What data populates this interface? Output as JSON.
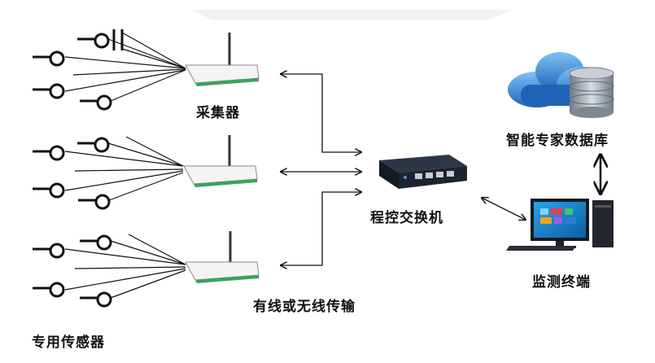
{
  "labels": {
    "collector": "采集器",
    "switch": "程控交换机",
    "database": "智能专家数据库",
    "terminal": "监测终端",
    "transmission": "有线或无线传输",
    "sensors": "专用传感器"
  },
  "colors": {
    "line": "#1a1a1a",
    "router_body": "#f2f2f2",
    "router_stripe": "#3aa35a",
    "cloud": "#2f7fd0",
    "db_disk": "#8a96a3",
    "switch_body": "#1c2430",
    "monitor_screen": "#1e8fd6"
  },
  "icons": [
    "sensor-icon",
    "router-icon",
    "switch-icon",
    "cloud-database-icon",
    "computer-icon"
  ]
}
